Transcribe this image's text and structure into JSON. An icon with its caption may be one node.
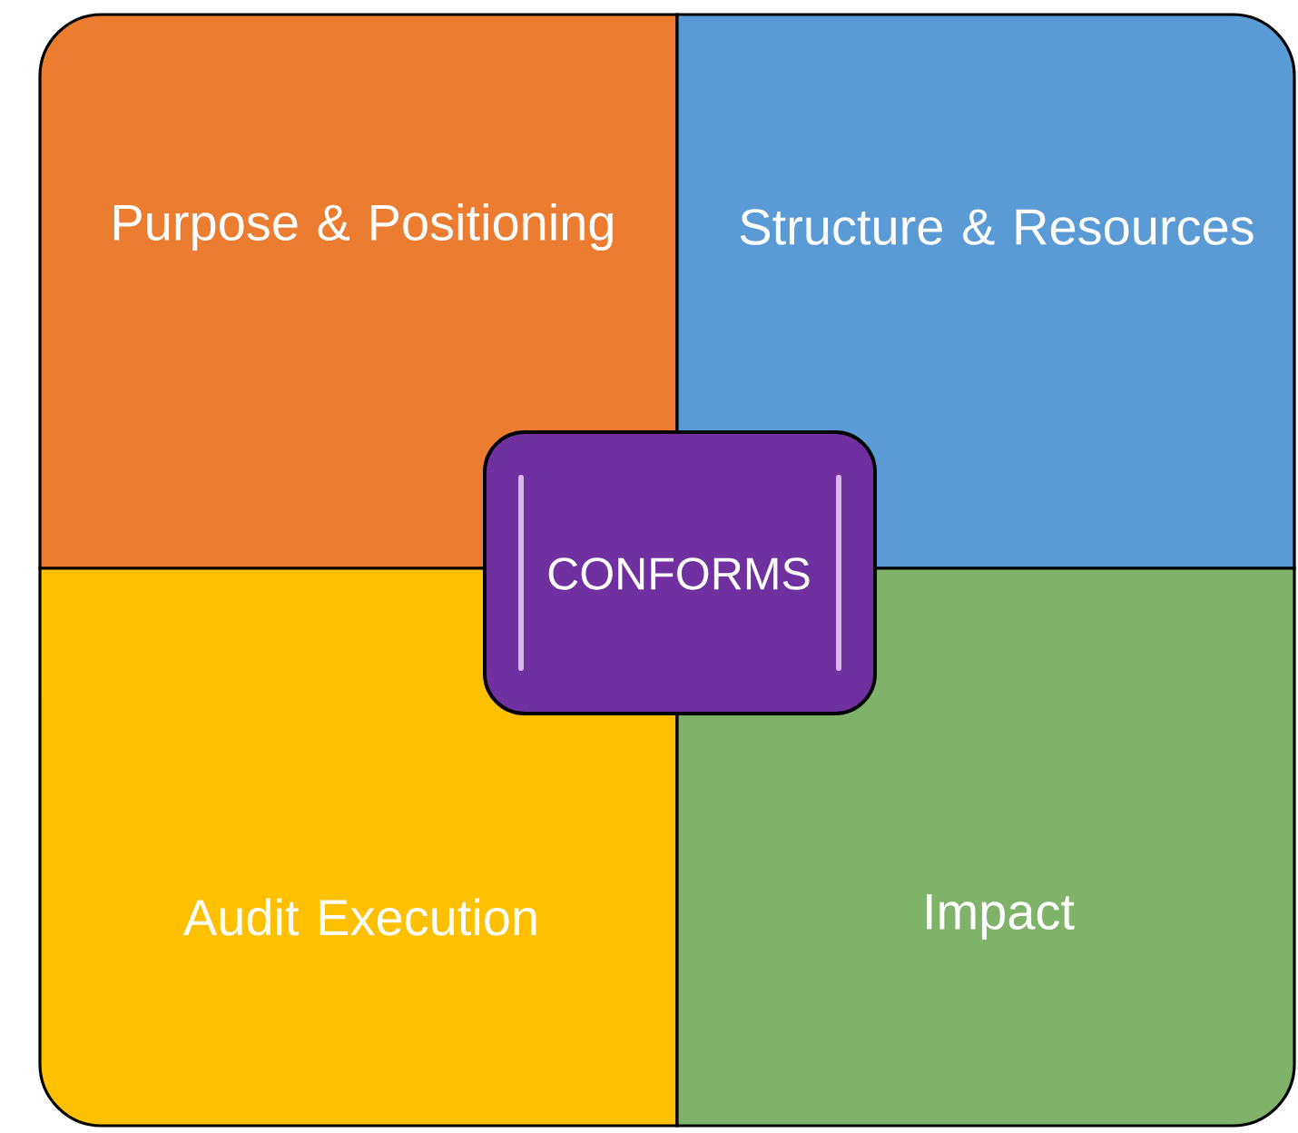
{
  "diagram": {
    "nodes": [
      {
        "text": [
          "Purpose & Positioning"
        ]
      },
      {
        "text": [
          "Structure & Resources"
        ]
      },
      {
        "text": [
          "CONFORMS"
        ]
      },
      {
        "text": [
          "Audit Execution"
        ]
      },
      {
        "text": [
          "Impact"
        ]
      }
    ]
  }
}
